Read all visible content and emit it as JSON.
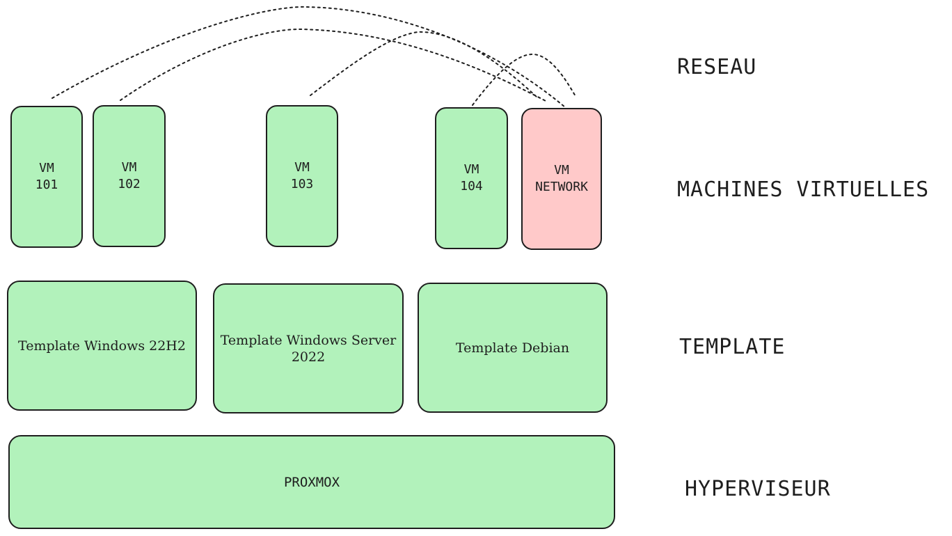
{
  "layers": {
    "network": "RESEAU",
    "vms": "MACHINES VIRTUELLES",
    "template": "TEMPLATE",
    "hypervisor": "HYPERVISEUR"
  },
  "vms": [
    {
      "label": "VM\n101",
      "color": "#b2f2bb"
    },
    {
      "label": "VM\n102",
      "color": "#b2f2bb"
    },
    {
      "label": "VM\n103",
      "color": "#b2f2bb"
    },
    {
      "label": "VM\n104",
      "color": "#b2f2bb"
    },
    {
      "label": "VM\nNETWORK",
      "color": "#ffc9c9"
    }
  ],
  "templates": [
    {
      "label": "Template Windows 22H2"
    },
    {
      "label": "Template Windows Server\n2022"
    },
    {
      "label": "Template Debian"
    }
  ],
  "hypervisor": {
    "label": "PROXMOX"
  },
  "connections": [
    {
      "from": "VM\n101",
      "to": "VM\nNETWORK"
    },
    {
      "from": "VM\n102",
      "to": "VM\nNETWORK"
    },
    {
      "from": "VM\n103",
      "to": "VM\nNETWORK"
    },
    {
      "from": "VM\n104",
      "to": "VM\nNETWORK"
    }
  ],
  "colors": {
    "box_fill": "#b2f2bb",
    "network_fill": "#ffc9c9",
    "stroke": "#1e1e1e"
  }
}
